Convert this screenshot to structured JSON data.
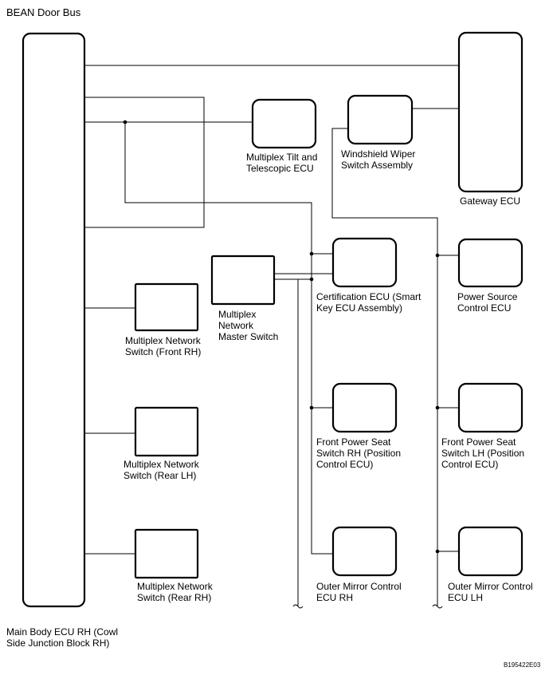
{
  "title": "BEAN Door Bus",
  "figure_code": "B195422E03",
  "components": {
    "main_body_ecu": [
      "Main Body ECU RH (Cowl",
      "Side Junction Block RH)"
    ],
    "gateway_ecu": [
      "Gateway ECU"
    ],
    "tilt_telescopic_ecu": [
      "Multiplex Tilt and",
      "Telescopic ECU"
    ],
    "wiper_switch": [
      "Windshield Wiper",
      "Switch Assembly"
    ],
    "certification_ecu": [
      "Certification ECU (Smart",
      "Key ECU Assembly)"
    ],
    "power_source_ecu": [
      "Power Source",
      "Control ECU"
    ],
    "master_switch": [
      "Multiplex",
      "Network",
      "Master Switch"
    ],
    "switch_front_rh": [
      "Multiplex Network",
      "Switch (Front RH)"
    ],
    "switch_rear_lh": [
      "Multiplex Network",
      "Switch (Rear LH)"
    ],
    "switch_rear_rh": [
      "Multiplex Network",
      "Switch (Rear RH)"
    ],
    "seat_rh": [
      "Front Power Seat",
      "Switch RH (Position",
      "Control ECU)"
    ],
    "seat_lh": [
      "Front Power Seat",
      "Switch LH (Position",
      "Control ECU)"
    ],
    "mirror_rh": [
      "Outer Mirror Control",
      "ECU RH"
    ],
    "mirror_lh": [
      "Outer Mirror Control",
      "ECU LH"
    ]
  }
}
